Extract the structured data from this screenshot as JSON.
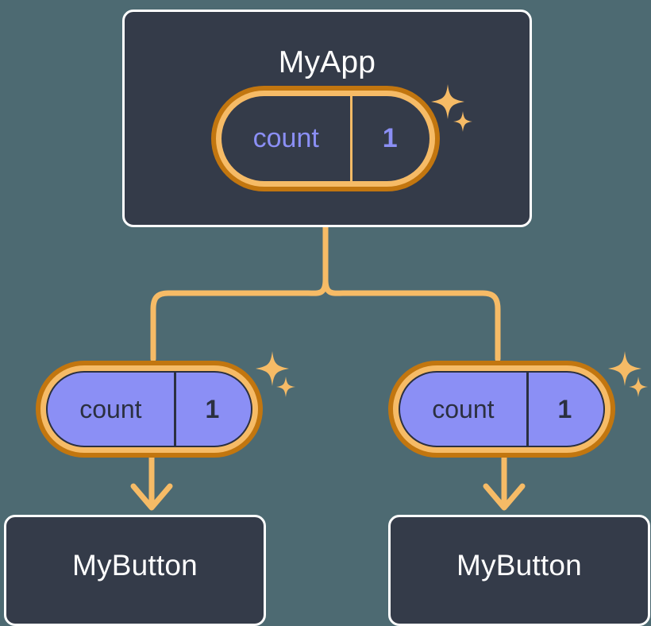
{
  "diagram": {
    "title_text": "MyApp",
    "background_color": "#4d6a72",
    "accent_color": "#f6bb66",
    "accent_dark_color": "#c2760f",
    "state_fill_color": "#8b8ff5",
    "box_fill_color": "#343b49",
    "box_border_color": "#ffffff"
  },
  "root": {
    "label": "MyApp",
    "state": {
      "key": "count",
      "value": "1"
    },
    "sparkle_name": "sparkle-icon"
  },
  "children": [
    {
      "state": {
        "key": "count",
        "value": "1"
      },
      "component": {
        "label": "MyButton"
      },
      "sparkle_name": "sparkle-icon"
    },
    {
      "state": {
        "key": "count",
        "value": "1"
      },
      "component": {
        "label": "MyButton"
      },
      "sparkle_name": "sparkle-icon"
    }
  ],
  "connectors": {
    "trunk_name": "root-to-children-trunk",
    "arrow_name": "state-to-component-arrow"
  }
}
